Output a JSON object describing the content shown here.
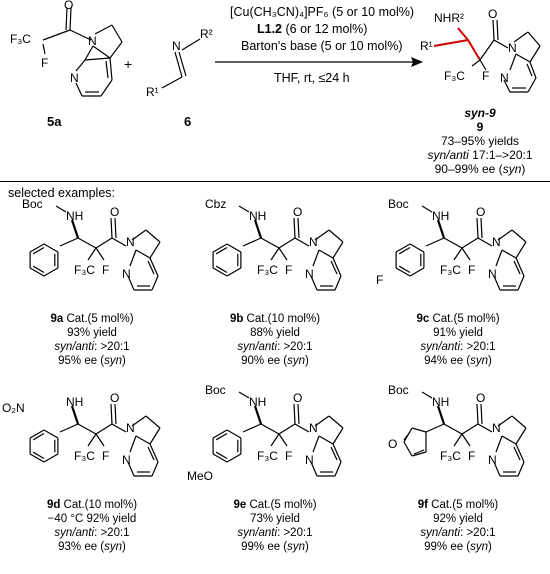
{
  "scheme": {
    "reactant1": {
      "label": "5a",
      "atoms": {
        "cf3": "F₃C",
        "f": "F",
        "o": "O",
        "n": "N",
        "npy": "N"
      }
    },
    "plus": "+",
    "reactant2": {
      "label": "6",
      "atoms": {
        "n": "N",
        "r2": "R²",
        "r1": "R¹"
      }
    },
    "conditions": {
      "line1": "[Cu(CH₃CN)₄]PF₆ (5 or 10 mol%)",
      "line2_bold": "L1.2",
      "line2_rest": " (6 or 12 mol%)",
      "line3": "Barton's base (5 or 10 mol%)",
      "line4": "THF, rt, ≤24 h"
    },
    "product": {
      "atoms": {
        "nhr2": "NHR²",
        "r1": "R¹",
        "o": "O",
        "n": "N",
        "cf3": "F₃C",
        "f": "F",
        "npy": "N"
      },
      "name_italic": "syn",
      "name_rest": "-9",
      "label": "9",
      "yields": "73–95% yields",
      "dr_italic": "syn/anti",
      "dr_rest": " 17:1–>20:1",
      "ee_prefix": "90–99% ee (",
      "ee_italic": "syn",
      "ee_suffix": ")"
    }
  },
  "section_header": "selected examples:",
  "examples": [
    {
      "id": "9a",
      "cat": " Cat.(5 mol%)",
      "yield": "93% yield",
      "dr_italic": "syn/anti",
      "dr_rest": ": >20:1",
      "ee_prefix": "95% ee (",
      "ee_italic": "syn",
      "ee_suffix": ")",
      "atoms": {
        "pg": "Boc",
        "nh": "NH",
        "o": "O",
        "n": "N",
        "cf3": "F₃C",
        "f": "F",
        "npy": "N"
      }
    },
    {
      "id": "9b",
      "cat": " Cat.(10 mol%)",
      "yield": "88% yield",
      "dr_italic": "syn/anti",
      "dr_rest": ": >20:1",
      "ee_prefix": "90% ee (",
      "ee_italic": "syn",
      "ee_suffix": ")",
      "atoms": {
        "pg": "Cbz",
        "nh": "NH",
        "o": "O",
        "n": "N",
        "cf3": "F₃C",
        "f": "F",
        "npy": "N"
      }
    },
    {
      "id": "9c",
      "cat": " Cat.(5 mol%)",
      "yield": "91% yield",
      "dr_italic": "syn/anti",
      "dr_rest": ": >20:1",
      "ee_prefix": "94% ee (",
      "ee_italic": "syn",
      "ee_suffix": ")",
      "atoms": {
        "pg": "Boc",
        "nh": "NH",
        "o": "O",
        "n": "N",
        "cf3": "F₃C",
        "f": "F",
        "npy": "N",
        "sub": "F"
      }
    },
    {
      "id": "9d",
      "cat": " Cat.(10 mol%)",
      "temp": "−40 °C  92% yield",
      "dr_italic": "syn/anti",
      "dr_rest": ": >20:1",
      "ee_prefix": "93% ee (",
      "ee_italic": "syn",
      "ee_suffix": ")",
      "atoms": {
        "nh": "NH",
        "o": "O",
        "n": "N",
        "cf3": "F₃C",
        "f": "F",
        "npy": "N",
        "sub": "O₂N"
      }
    },
    {
      "id": "9e",
      "cat": " Cat.(5 mol%)",
      "yield": "73% yield",
      "dr_italic": "syn/anti",
      "dr_rest": ": >20:1",
      "ee_prefix": "99% ee (",
      "ee_italic": "syn",
      "ee_suffix": ")",
      "atoms": {
        "pg": "Boc",
        "nh": "NH",
        "o": "O",
        "n": "N",
        "cf3": "F₃C",
        "f": "F",
        "npy": "N",
        "sub": "MeO"
      }
    },
    {
      "id": "9f",
      "cat": " Cat.(5 mol%)",
      "yield": "92% yield",
      "dr_italic": "syn/anti",
      "dr_rest": ": >20:1",
      "ee_prefix": "99% ee (",
      "ee_italic": "syn",
      "ee_suffix": ")",
      "atoms": {
        "pg": "Boc",
        "nh": "NH",
        "o": "O",
        "n": "N",
        "cf3": "F₃C",
        "f": "F",
        "npy": "N",
        "ring_o": "O"
      }
    }
  ]
}
